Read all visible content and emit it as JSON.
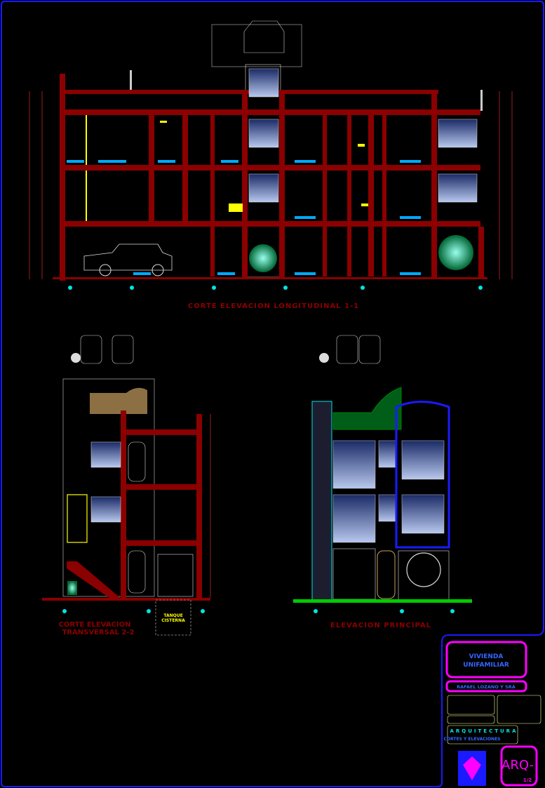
{
  "sheet": {
    "background": "#000000",
    "frame_color": "#1a1aff",
    "structure_color": "#8b0000",
    "accent_magenta": "#ff00ff",
    "accent_cyan": "#00e5e5",
    "accent_yellow": "#ffff00",
    "accent_green": "#00cc00"
  },
  "drawings": {
    "longitudinal": {
      "title": "CORTE ELEVACION LONGITUDINAL 1-1"
    },
    "transversal": {
      "title_line1": "CORTE ELEVACION",
      "title_line2": "TRANSVERSAL 2-2",
      "cistern_line1": "TANQUE",
      "cistern_line2": "CISTERNA"
    },
    "principal": {
      "title": "ELEVACION PRINCIPAL"
    }
  },
  "title_block": {
    "project_line1": "VIVIENDA",
    "project_line2": "UNIFAMILIAR",
    "owner": "RAFAEL LOZANO Y SRA",
    "specialty": "ARQUITECTURA",
    "sheet_content": "CORTES Y ELEVACIONES",
    "sheet_code": "ARQ-",
    "sheet_number": "1/2"
  }
}
